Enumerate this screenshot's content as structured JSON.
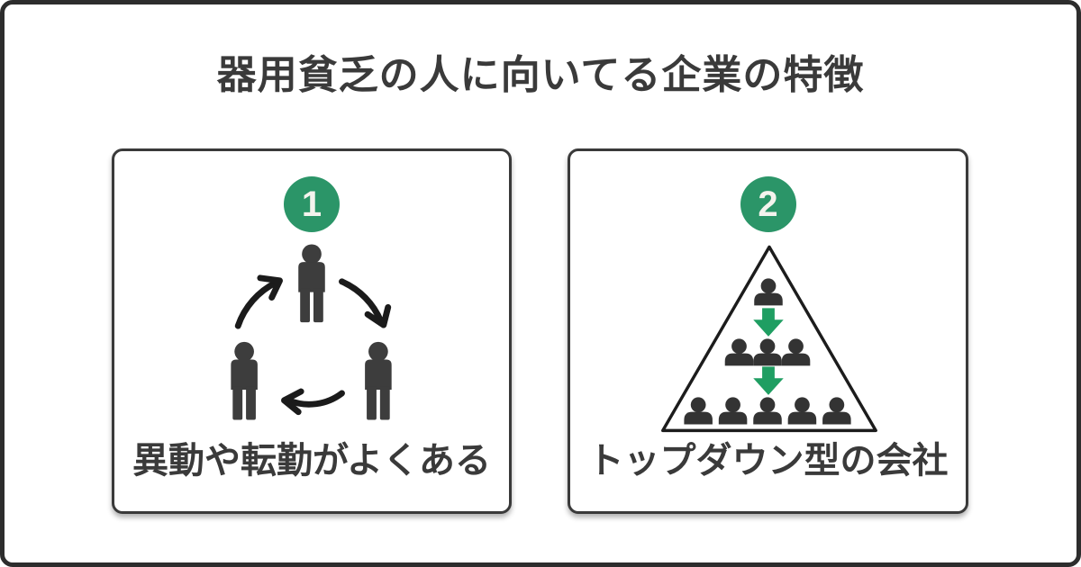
{
  "title": "器用貧乏の人に向いてる企業の特徴",
  "colors": {
    "background": "#ffffff",
    "frame_border": "#2d2d2d",
    "text_dark": "#3a3a3a",
    "card_border": "#3a3a3a",
    "badge_green": "#2b9568",
    "arrow_green": "#1f9e62",
    "icon_dark": "#333333",
    "badge_number_text": "#f4f3ed"
  },
  "cards": [
    {
      "number": "1",
      "caption": "異動や転勤がよくある",
      "icon": "person-rotation-cycle"
    },
    {
      "number": "2",
      "caption": "トップダウン型の会社",
      "icon": "top-down-pyramid"
    }
  ]
}
